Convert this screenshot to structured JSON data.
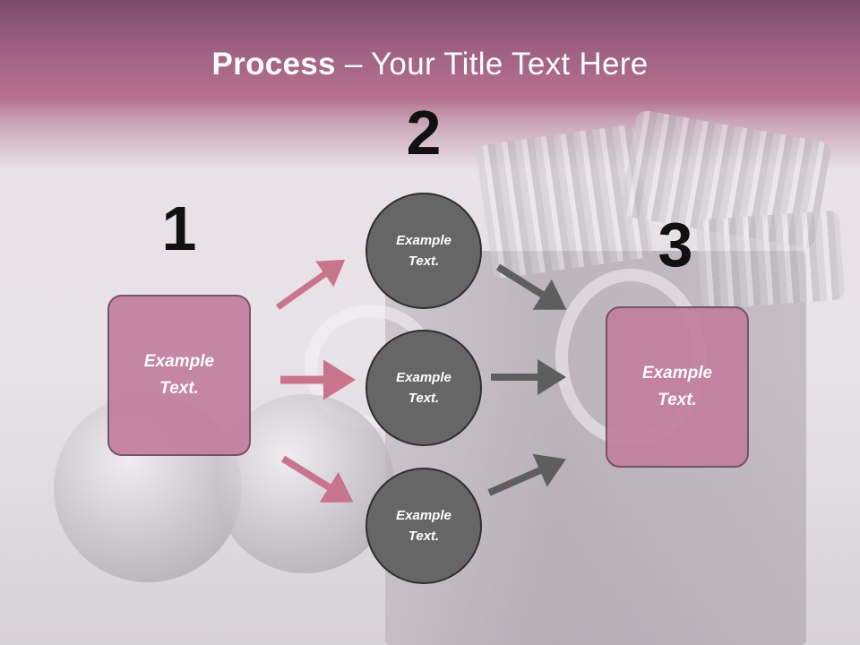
{
  "slide": {
    "title_bold": "Process",
    "title_rest": " – Your Title Text Here"
  },
  "steps": [
    {
      "number": "1",
      "box_text": "Example Text."
    },
    {
      "number": "2",
      "circle_texts": [
        "Example Text.",
        "Example Text.",
        "Example Text."
      ]
    },
    {
      "number": "3",
      "box_text": "Example Text."
    }
  ],
  "colors": {
    "header": "#b7718f",
    "box_fill": "#c27f9d",
    "circle_fill": "#666666",
    "arrow_pink": "#c9748f",
    "arrow_gray": "#5e5e5e"
  }
}
